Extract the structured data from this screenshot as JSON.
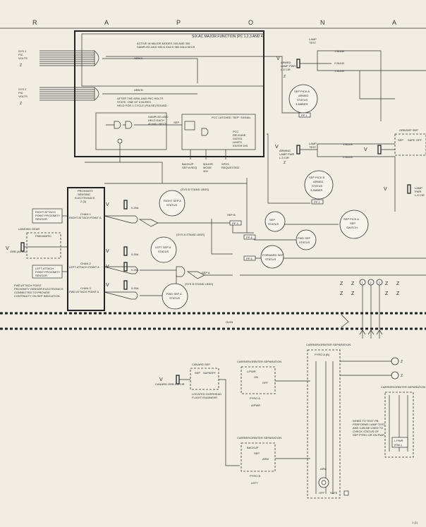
{
  "header": {
    "letters": [
      "R",
      "A",
      "P",
      "O",
      "N",
      "A"
    ]
  },
  "timing_box": {
    "title": "SIX AC MAJOR FUNCTION (PC 1,2,3 AND 4)",
    "note1": [
      "ACTIVE IN MAJOR MODES 200 AND 300",
      "SAMPLED AND HELD EACH 960 MILLISECS"
    ],
    "note2": [
      "AFTER THE ARM, AND PIIC HOLTS",
      "STATE, ONE OF 6 BUSES",
      "HELD FOR 1 CYCLE (PULSE) ROUND"
    ],
    "arm_a": "ARM A",
    "arm_b": "ARM B",
    "sampled": [
      "SAMPLED AND",
      "HELD EACH",
      "40 MILLISECS"
    ],
    "sep": "SEP",
    "latched": "PCC LATCHED \"SEP\" SIGNAL",
    "pcc": [
      "PCC",
      "RELEASE",
      "GATED",
      "LIMITS",
      "ENTER DIS"
    ],
    "bottom": [
      [
        "BACKUP",
        "SEP A REQ"
      ],
      [
        "MAJOR",
        "MODE",
        "300"
      ],
      [
        "SPDS",
        "REQUESTED"
      ]
    ]
  },
  "left_inputs": [
    {
      "label": [
        "SYS 1",
        "PIC",
        "VOLTS"
      ],
      "z": "Z"
    },
    {
      "label": [
        "SYS 2",
        "PIC",
        "VOLTS"
      ],
      "z": "Z"
    }
  ],
  "lamp_top": {
    "title": [
      "LAMP",
      "TEST"
    ],
    "vbus": "V",
    "vbus_sub": [
      "ARMED",
      "LAMP PWR",
      "L-5 CIR"
    ],
    "zlabel": "Z",
    "outs": [
      "1 BULB",
      "2 BULB",
      "1 BULB"
    ],
    "meter": [
      "SEP PICK A",
      "ARMED",
      "STATUS",
      "3 AMBER"
    ],
    "tag": "PP 1"
  },
  "lamp_mid": {
    "title": [
      "LAMP",
      "TEST"
    ],
    "vbus": "V",
    "vbus_sub": [
      "ARMING",
      "LAMP PWR",
      "L-5 CIR"
    ],
    "zlabel": "Z",
    "outs": [
      "1 BULB",
      "2 BULB"
    ],
    "meter": [
      "SEP PICK B",
      "ARMED",
      "STATUS",
      "3 AMBER"
    ],
    "tag": "PP 2"
  },
  "sep_a_meter": [
    "SEP PICK A",
    "SEP",
    "SWITCH"
  ],
  "right_top": {
    "title": "ORB/SEP SEP",
    "vbus": "V",
    "labels": [
      "SEP",
      "SAFE",
      "OFF"
    ]
  },
  "right_mid": {
    "vbus": "V",
    "labels": [
      "LAMP",
      "PWR",
      "L-5 CIR"
    ]
  },
  "prox": {
    "title": [
      "PROXIMITY",
      "SENSING",
      "ELECTRONICS",
      "2 (3)"
    ],
    "ch1": [
      "CHAN 1",
      "RIGHT ATTACH POINT A"
    ],
    "ch2": [
      "CHAN 2",
      "LEFT ATTACH POINT A"
    ],
    "ch3": [
      "CHAN 3",
      "FWD ATTACH POINT A"
    ],
    "sensor_r": [
      "RIGHT ATTACH",
      "POINT PROXIMITY",
      "SENSOR"
    ],
    "sensor_l": [
      "LEFT ATTACH",
      "POINT PROXIMITY",
      "SENSOR"
    ],
    "landing": [
      "LANDING GEAR",
      "PNEUMATIC"
    ],
    "fwd_note": [
      "FWD ATTACH POINT",
      "PROXIMITY SENSOR ELECTRONICS",
      "CONNECTED TO PROVIDE",
      "CONTINUITY ON SEP INDICATION"
    ],
    "vbus": "V",
    "vbus_sub": "ORB (ACNL)"
  },
  "mid_logic": {
    "vbus": [
      "V",
      "V",
      "V",
      "V"
    ],
    "amps": [
      "0.25A",
      "0.25A",
      "0.25A",
      "0.25A"
    ],
    "meters": [
      [
        "RIGHT SEP A",
        "STATUS"
      ],
      [
        "LEFT SEP A",
        "STATUS"
      ],
      [
        "FWD SEP A",
        "STATUS"
      ]
    ],
    "captions": [
      "(SYS B STAND LBSS)",
      "(SYS B STAND LBSS)",
      "(SYS B STAND LBSS)"
    ],
    "sep_a": "SEP A",
    "sep_b": "SEP B",
    "pp_tags": [
      "PP 3",
      "PP 4",
      "PP 5"
    ],
    "right_meters": [
      [
        "SEP",
        "STATUS"
      ],
      [
        "FWD SEP",
        "STATUS"
      ],
      [
        "FORWARD SEP",
        "STATUS"
      ]
    ]
  },
  "zrow": [
    "Z",
    "Z",
    "Z",
    "Z",
    "Z",
    "Z",
    "Z",
    "Z"
  ],
  "nums": [
    "1",
    "2",
    "3"
  ],
  "divider": "OV03",
  "canard": {
    "title": "CANARD SEP",
    "vbus": "V",
    "vbus_sub": "CANARD ORB L-5 CIR",
    "labels": [
      "SEP",
      "SAFE",
      "OFF"
    ],
    "note": [
      "LOCATED OVERHEAD",
      "FLIGHT ENGINEER"
    ]
  },
  "sep_panels": [
    {
      "title": "CARRIER/ORBITER SEPARATION",
      "labels": [
        "L/PWR",
        "ON",
        "OFF"
      ],
      "sub": "PYRO A",
      "foot": "A/PWR"
    },
    {
      "title": "CARRIER/ORBITER SEPARATION",
      "labels": [
        "BACKUP",
        "SEP",
        "ARM"
      ],
      "sub": "PYRO B",
      "foot": "LEFT"
    }
  ],
  "big_switch": {
    "title": "CARRIER/ORBITER SEPARATION",
    "sub": "PYRO A (B)",
    "labels": [
      "ARM",
      "OFF",
      "SAFE"
    ]
  },
  "right_lower": {
    "title": "CARRIER/ORBITER SEPARATION",
    "note": [
      "WHEN TO TEST PB",
      "PERFORMS LAMP TEST",
      "AND CAN BE USED TO",
      "CHECK STATUS OF",
      "SEP PYRO OR ON PWR"
    ],
    "lamp": [
      "L PWR",
      "(FAIL)"
    ],
    "zs": [
      "Z",
      "Z"
    ]
  },
  "footnote": "1 (1)"
}
